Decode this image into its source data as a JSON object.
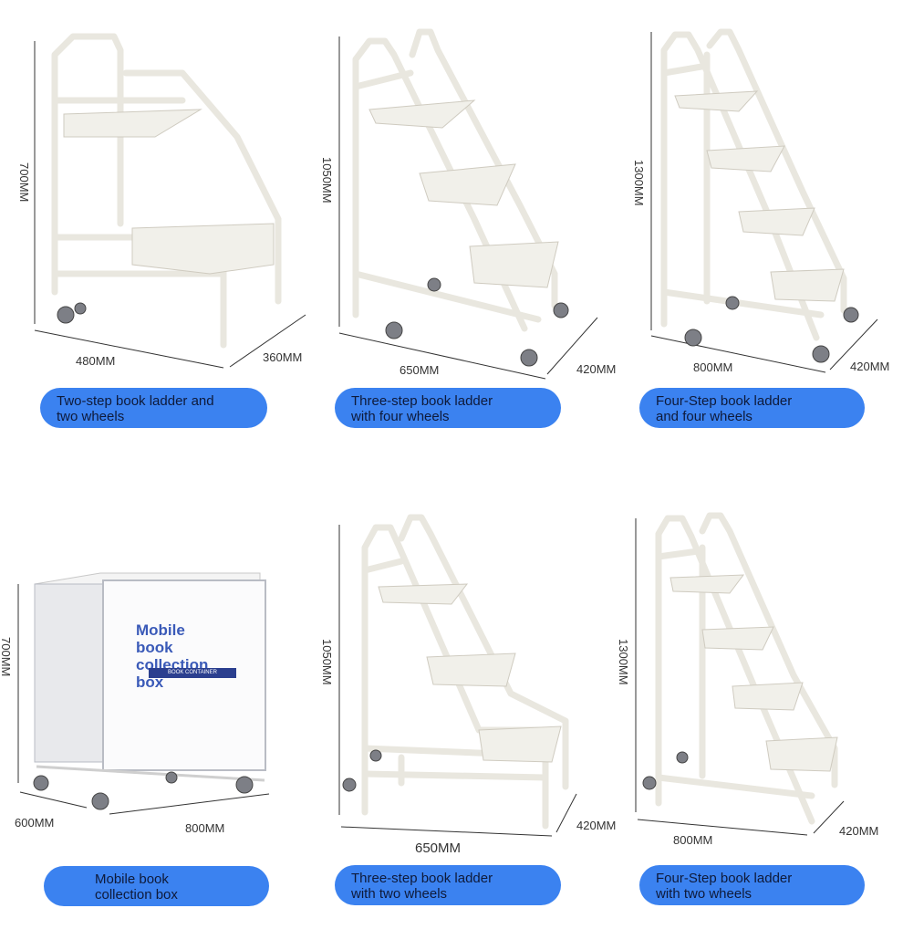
{
  "products": [
    {
      "label": [
        "Two-step book ladder and",
        "two wheels"
      ],
      "height": "700MM",
      "width": "480MM",
      "depth": "360MM"
    },
    {
      "label": [
        "Three-step book ladder",
        "with four wheels"
      ],
      "height": "1050MM",
      "width": "650MM",
      "depth": "420MM"
    },
    {
      "label": [
        "Four-Step book ladder",
        "and four wheels"
      ],
      "height": "1300MM",
      "width": "800MM",
      "depth": "420MM"
    },
    {
      "label": [
        "Mobile book",
        "collection box"
      ],
      "height": "700MM",
      "width": "800MM",
      "depth": "600MM",
      "box_title": [
        "Mobile book",
        "collection box"
      ],
      "box_band": "BOOK CONTAINER"
    },
    {
      "label": [
        "Three-step book ladder",
        "with two wheels"
      ],
      "height": "1050MM",
      "width": "650MM",
      "depth": "420MM"
    },
    {
      "label": [
        "Four-Step book ladder",
        "with two wheels"
      ],
      "height": "1300MM",
      "width": "800MM",
      "depth": "420MM"
    }
  ],
  "colors": {
    "pill": "#3b82f0",
    "frame": "#e9e7df"
  }
}
